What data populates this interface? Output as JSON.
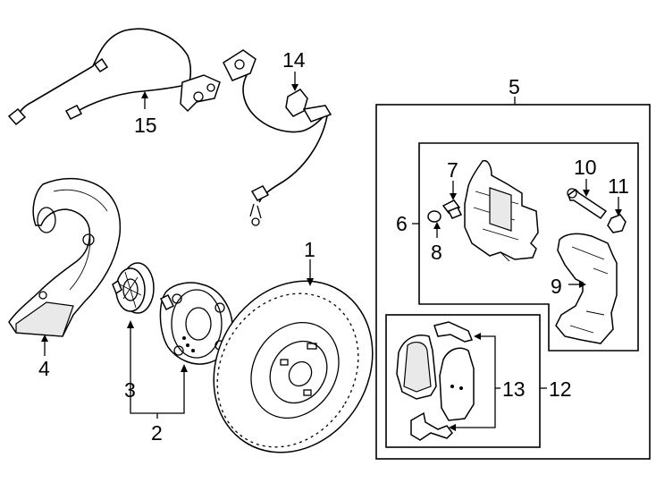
{
  "callouts": {
    "c1": "1",
    "c2": "2",
    "c3": "3",
    "c4": "4",
    "c5": "5",
    "c6": "6",
    "c7": "7",
    "c8": "8",
    "c9": "9",
    "c10": "10",
    "c11": "11",
    "c12": "12",
    "c13": "13",
    "c14": "14",
    "c15": "15"
  },
  "parts": {
    "rotor": "brake rotor",
    "hub": "hub and bearing assembly",
    "dust-cap": "hub cap",
    "splash-shield": "splash shield",
    "caliper-box": "caliper assembly",
    "caliper": "caliper",
    "bleeder": "bleeder screw",
    "bleeder-cap": "bleeder cap",
    "caliper-bracket": "caliper bracket",
    "guide-pin": "guide pin",
    "pin-boot": "pin boot",
    "pad-box": "pad kit",
    "pads": "brake pads",
    "hose": "brake hose",
    "abs-sensor": "abs sensor"
  }
}
